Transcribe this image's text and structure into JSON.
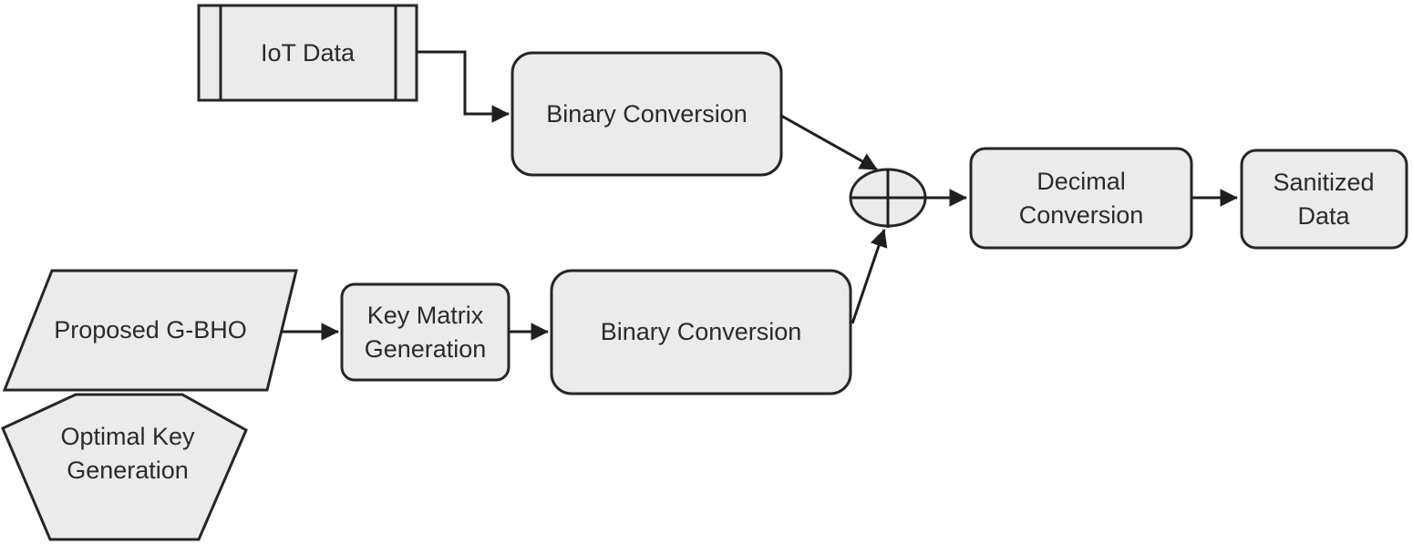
{
  "diagram": {
    "type": "flowchart",
    "nodes": {
      "iot_data": {
        "label": "IoT Data",
        "shape": "predefined-process"
      },
      "binary_conversion_top": {
        "label": "Binary Conversion",
        "shape": "rounded-rect"
      },
      "proposed_gbho": {
        "label": "Proposed G-BHO",
        "shape": "parallelogram"
      },
      "optimal_key_generation": {
        "label": "Optimal Key Generation",
        "shape": "hexagon"
      },
      "key_matrix_generation": {
        "label": "Key Matrix Generation",
        "shape": "rounded-rect"
      },
      "binary_conversion_bottom": {
        "label": "Binary Conversion",
        "shape": "rounded-rect"
      },
      "xor": {
        "symbol": "⊕",
        "shape": "xor-circle-plus"
      },
      "decimal_conversion": {
        "label": "Decimal Conversion",
        "shape": "rounded-rect"
      },
      "sanitized_data": {
        "label": "Sanitized Data",
        "shape": "rounded-rect"
      }
    },
    "edges": [
      {
        "from": "iot_data",
        "to": "binary_conversion_top"
      },
      {
        "from": "binary_conversion_top",
        "to": "xor"
      },
      {
        "from": "proposed_gbho",
        "to": "key_matrix_generation"
      },
      {
        "from": "key_matrix_generation",
        "to": "binary_conversion_bottom"
      },
      {
        "from": "binary_conversion_bottom",
        "to": "xor"
      },
      {
        "from": "xor",
        "to": "decimal_conversion"
      },
      {
        "from": "decimal_conversion",
        "to": "sanitized_data"
      }
    ],
    "colors": {
      "node_fill": "#ebebeb",
      "node_stroke": "#262626",
      "arrow": "#1f1f1f",
      "text": "#2b2b2b",
      "background": "#ffffff"
    }
  }
}
